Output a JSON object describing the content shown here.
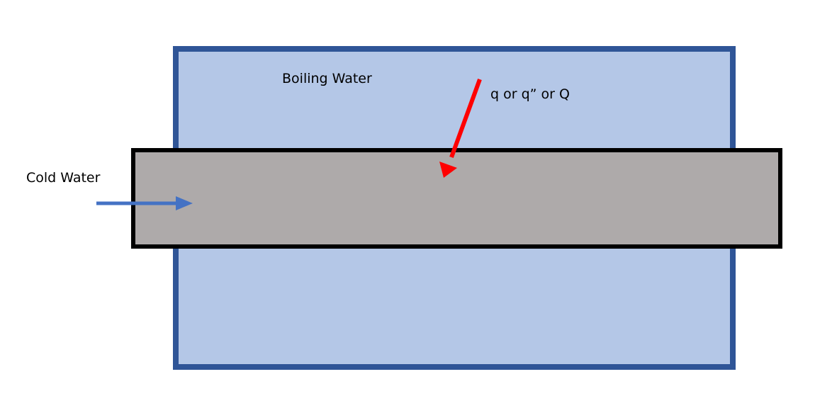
{
  "diagram": {
    "type": "heat-exchanger-schematic",
    "labels": {
      "boiling_water": "Boiling Water",
      "heat_transfer": "q or q” or Q",
      "cold_water": "Cold Water"
    },
    "colors": {
      "container_fill": "#B4C7E7",
      "container_border": "#2F5597",
      "pipe_fill": "#AEAAAA",
      "pipe_border": "#000000",
      "heat_arrow": "#FF0000",
      "flow_arrow": "#4472C4"
    },
    "elements": [
      {
        "id": "container",
        "description": "Tank of boiling water"
      },
      {
        "id": "pipe",
        "description": "Pipe carrying cold water through the tank"
      },
      {
        "id": "heat-arrow",
        "description": "Heat flow into pipe"
      },
      {
        "id": "flow-arrow",
        "description": "Cold water inflow direction"
      }
    ]
  }
}
